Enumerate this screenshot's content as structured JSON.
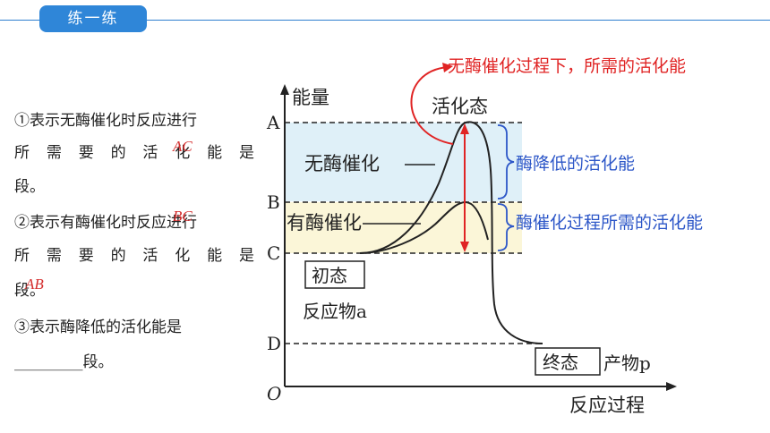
{
  "header": {
    "badge": "练一练"
  },
  "questions": {
    "q1": {
      "line1": "①表示无酶催化时反应进行",
      "line2": "所 需 要 的 活 化 能 是",
      "line3": "段。",
      "answer": "AC"
    },
    "q2": {
      "line1": "②表示有酶催化时反应进行",
      "line2": "所 需 要 的 活 化 能 是",
      "line3": "段。",
      "answer": "BC"
    },
    "q3": {
      "line1": "③表示酶降低的活化能是",
      "blank": "_________",
      "tail": "段。",
      "answer": "AB"
    }
  },
  "diagram": {
    "y_axis_label": "能量",
    "x_axis_label": "反应过程",
    "origin": "O",
    "levels": [
      "A",
      "B",
      "C",
      "D"
    ],
    "peak_label": "活化态",
    "curve_no_enzyme": "无酶催化",
    "curve_enzyme": "有酶催化",
    "initial_state": "初态",
    "reactant": "反应物a",
    "final_state": "终态",
    "product": "产物p",
    "annotation_top": "无酶催化过程下，所需的活化能",
    "annotation_reduced": "酶降低的活化能",
    "annotation_enzyme": "酶催化过程所需的活化能",
    "colors": {
      "red": "#e02424",
      "blue": "#2d57c8",
      "light_blue": "#dff0f8",
      "light_yellow": "#fbf6d8"
    }
  }
}
